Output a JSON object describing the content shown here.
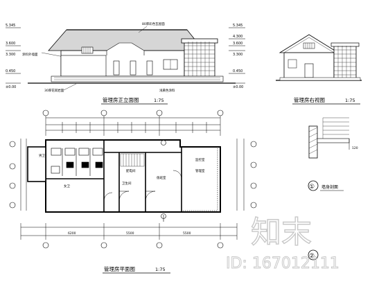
{
  "sheet": {
    "front_elevation": {
      "title": "管理房正立面图",
      "scale": "1:75",
      "roof_note": "80厚彩色瓦屋面",
      "left_levels": [
        "5.345",
        "3.600",
        "3.300",
        "0.450",
        "±0.00"
      ],
      "right_levels": [
        "5.345",
        "4.300",
        "3.600",
        "3.300",
        "0.450",
        "±0.00"
      ],
      "left_notes": [
        "涂料外墙面",
        "30厚花岗岩面"
      ],
      "bottom_note": "浅黄色涂料"
    },
    "side_elevation": {
      "title": "管理房右视图",
      "scale": "1:75"
    },
    "floor_plan": {
      "title": "管理房平面图",
      "scale": "1:75",
      "grid_numbers": [
        "①",
        "②",
        "③",
        "④",
        "⑤"
      ],
      "grid_letters": [
        "Ⓐ",
        "Ⓑ",
        "Ⓒ",
        "Ⓓ"
      ],
      "overall_widths": [
        "6200",
        "5500",
        "5500"
      ],
      "rooms": [
        "男卫",
        "女卫",
        "卫生间",
        "值班室",
        "管理室",
        "监控室",
        "配电间"
      ]
    },
    "wall_section": {
      "title": "墙身剖面",
      "marker": "①",
      "dim": "120",
      "second_marker": "②"
    },
    "watermark": {
      "brand": "知末",
      "id_text": "ID: 167012111"
    }
  }
}
